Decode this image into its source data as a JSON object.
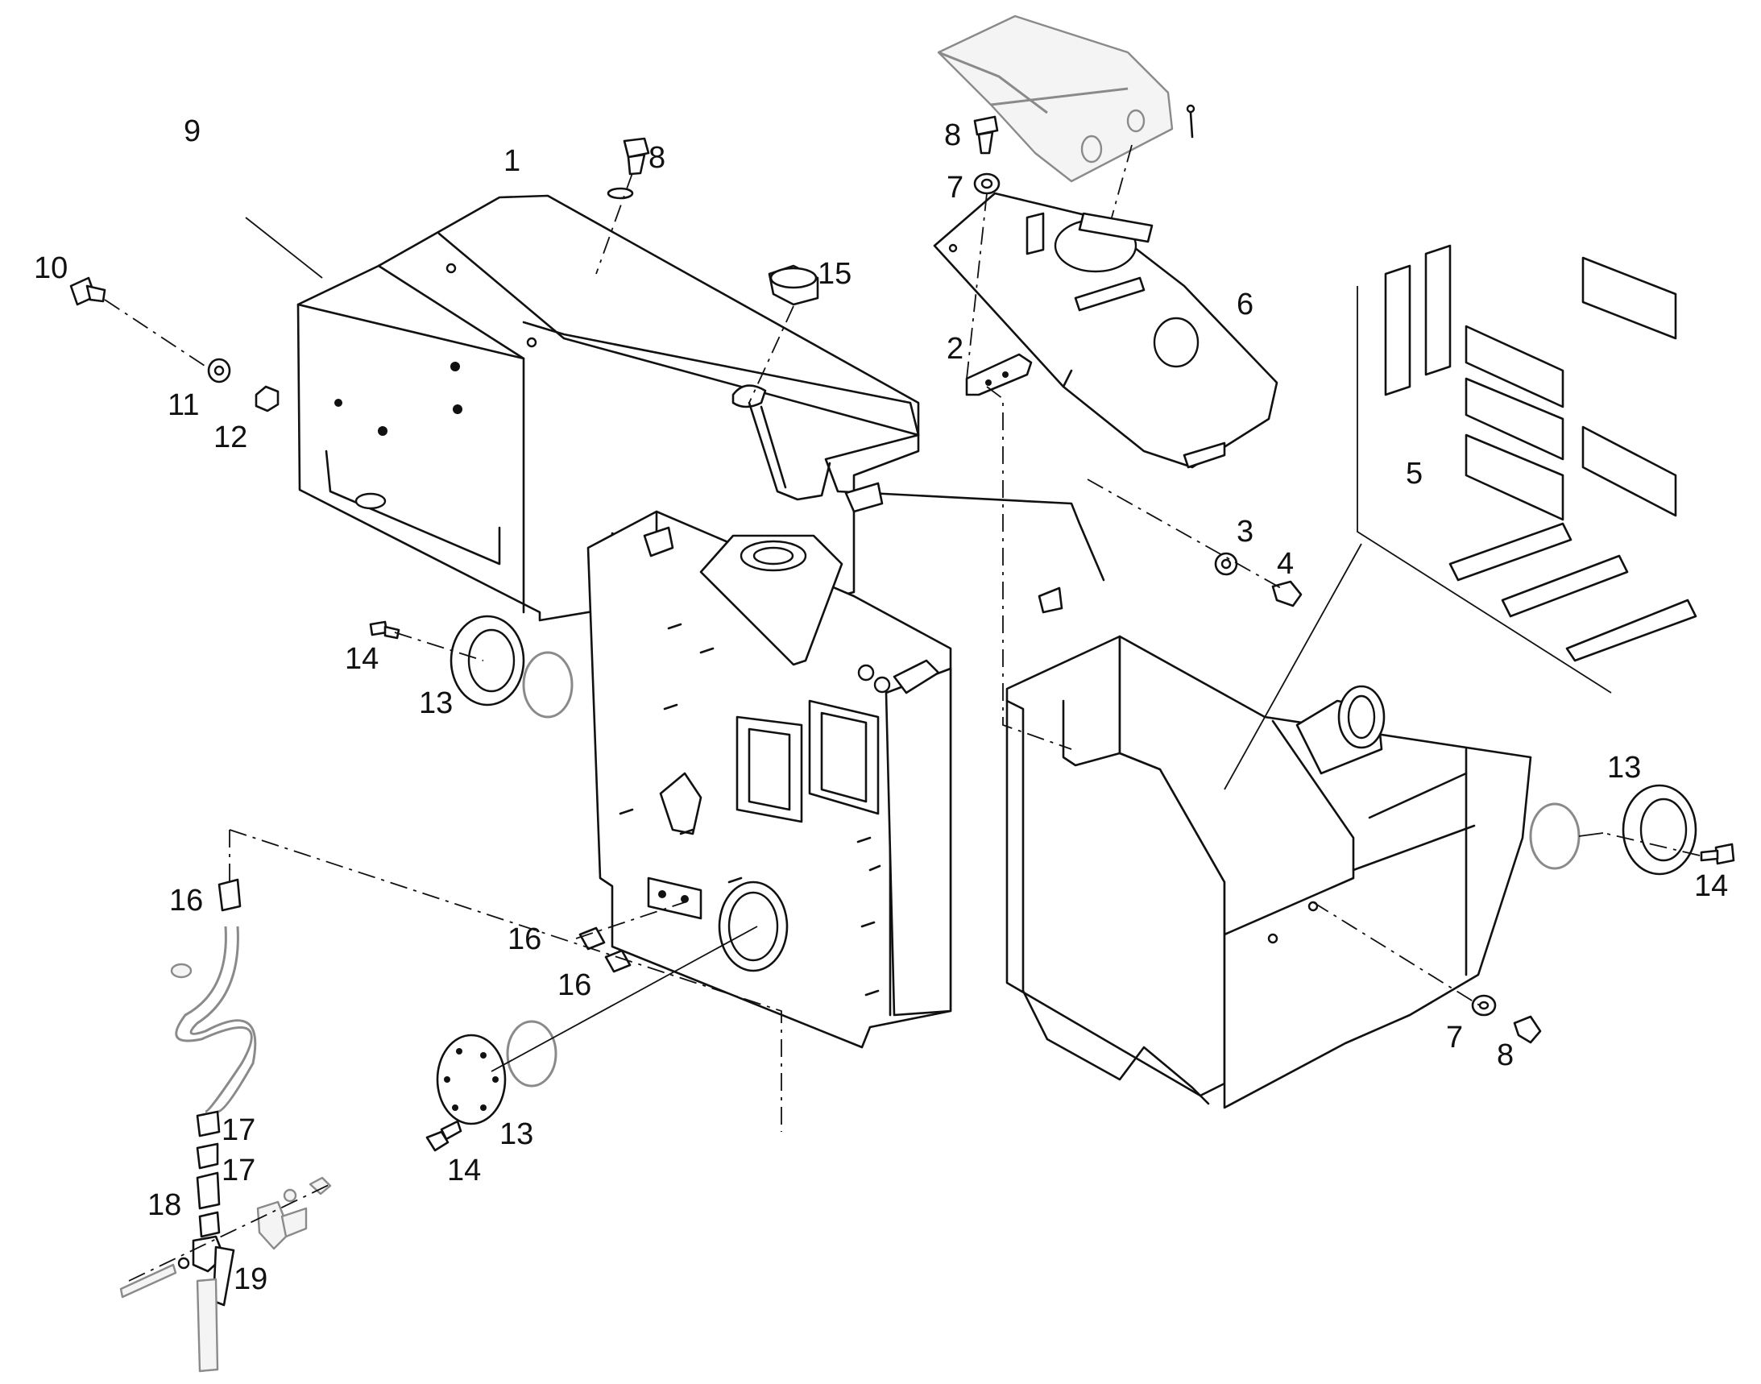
{
  "diagram": {
    "callouts": [
      {
        "id": "c1",
        "text": "1"
      },
      {
        "id": "c2",
        "text": "2"
      },
      {
        "id": "c3",
        "text": "3"
      },
      {
        "id": "c4",
        "text": "4"
      },
      {
        "id": "c5",
        "text": "5"
      },
      {
        "id": "c6",
        "text": "6"
      },
      {
        "id": "c7a",
        "text": "7"
      },
      {
        "id": "c7b",
        "text": "7"
      },
      {
        "id": "c8a",
        "text": "8"
      },
      {
        "id": "c8b",
        "text": "8"
      },
      {
        "id": "c8c",
        "text": "8"
      },
      {
        "id": "c9",
        "text": "9"
      },
      {
        "id": "c10",
        "text": "10"
      },
      {
        "id": "c11",
        "text": "11"
      },
      {
        "id": "c12",
        "text": "12"
      },
      {
        "id": "c13a",
        "text": "13"
      },
      {
        "id": "c13b",
        "text": "13"
      },
      {
        "id": "c13c",
        "text": "13"
      },
      {
        "id": "c14a",
        "text": "14"
      },
      {
        "id": "c14b",
        "text": "14"
      },
      {
        "id": "c14c",
        "text": "14"
      },
      {
        "id": "c15",
        "text": "15"
      },
      {
        "id": "c16a",
        "text": "16"
      },
      {
        "id": "c16b",
        "text": "16"
      },
      {
        "id": "c16c",
        "text": "16"
      },
      {
        "id": "c17a",
        "text": "17"
      },
      {
        "id": "c17b",
        "text": "17"
      },
      {
        "id": "c18",
        "text": "18"
      },
      {
        "id": "c19",
        "text": "19"
      }
    ]
  }
}
